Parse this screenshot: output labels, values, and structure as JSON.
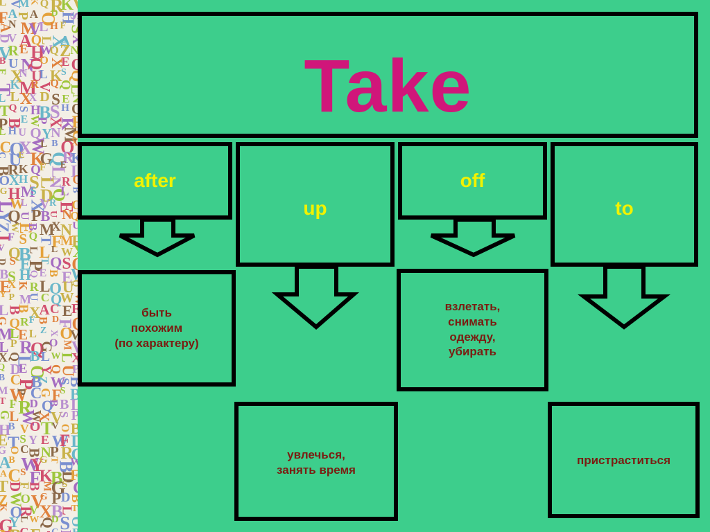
{
  "title": "Take",
  "colors": {
    "background": "#3dce8c",
    "title": "#d0167a",
    "particle": "#f2f200",
    "translation": "#7a1d12",
    "border": "#000000"
  },
  "branches": [
    {
      "particle": "after",
      "meaning": [
        "быть",
        "похожим",
        "(по характеру)"
      ]
    },
    {
      "particle": "up",
      "meaning": [
        "увлечься,",
        "занять время"
      ]
    },
    {
      "particle": "off",
      "meaning": [
        "взлетать,",
        "снимать",
        "одежду,",
        "убирать"
      ]
    },
    {
      "particle": "to",
      "meaning": [
        "пристраститься"
      ]
    }
  ],
  "decor": {
    "sidebar": "alphabet-letters-pattern",
    "arrows": "down-arrow-icon"
  }
}
